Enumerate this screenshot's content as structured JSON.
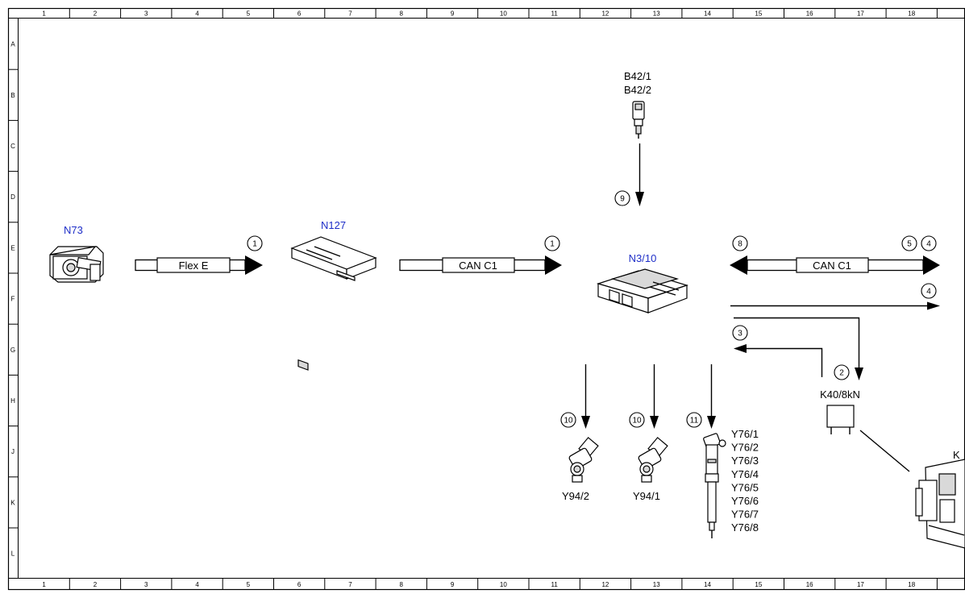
{
  "grid": {
    "columns": [
      "1",
      "2",
      "3",
      "4",
      "5",
      "6",
      "7",
      "8",
      "9",
      "10",
      "11",
      "12",
      "13",
      "14",
      "15",
      "16",
      "17",
      "18"
    ],
    "rows": [
      "A",
      "B",
      "C",
      "D",
      "E",
      "F",
      "G",
      "H",
      "J",
      "K",
      "L"
    ]
  },
  "components": {
    "n73": "N73",
    "n127": "N127",
    "n3_10": "N3/10",
    "b42_1": "B42/1",
    "b42_2": "B42/2",
    "k40_8kn": "K40/8kN",
    "y94_2": "Y94/2",
    "y94_1": "Y94/1",
    "k_cut": "K",
    "y76": [
      "Y76/1",
      "Y76/2",
      "Y76/3",
      "Y76/4",
      "Y76/5",
      "Y76/6",
      "Y76/7",
      "Y76/8"
    ]
  },
  "buses": {
    "flex_e": "Flex E",
    "can_c1_a": "CAN C1",
    "can_c1_b": "CAN C1"
  },
  "callouts": {
    "c1_a": "1",
    "c1_b": "1",
    "c8": "8",
    "c5": "5",
    "c4_a": "4",
    "c4_b": "4",
    "c3": "3",
    "c2": "2",
    "c9": "9",
    "c10_a": "10",
    "c10_b": "10",
    "c11": "11"
  }
}
